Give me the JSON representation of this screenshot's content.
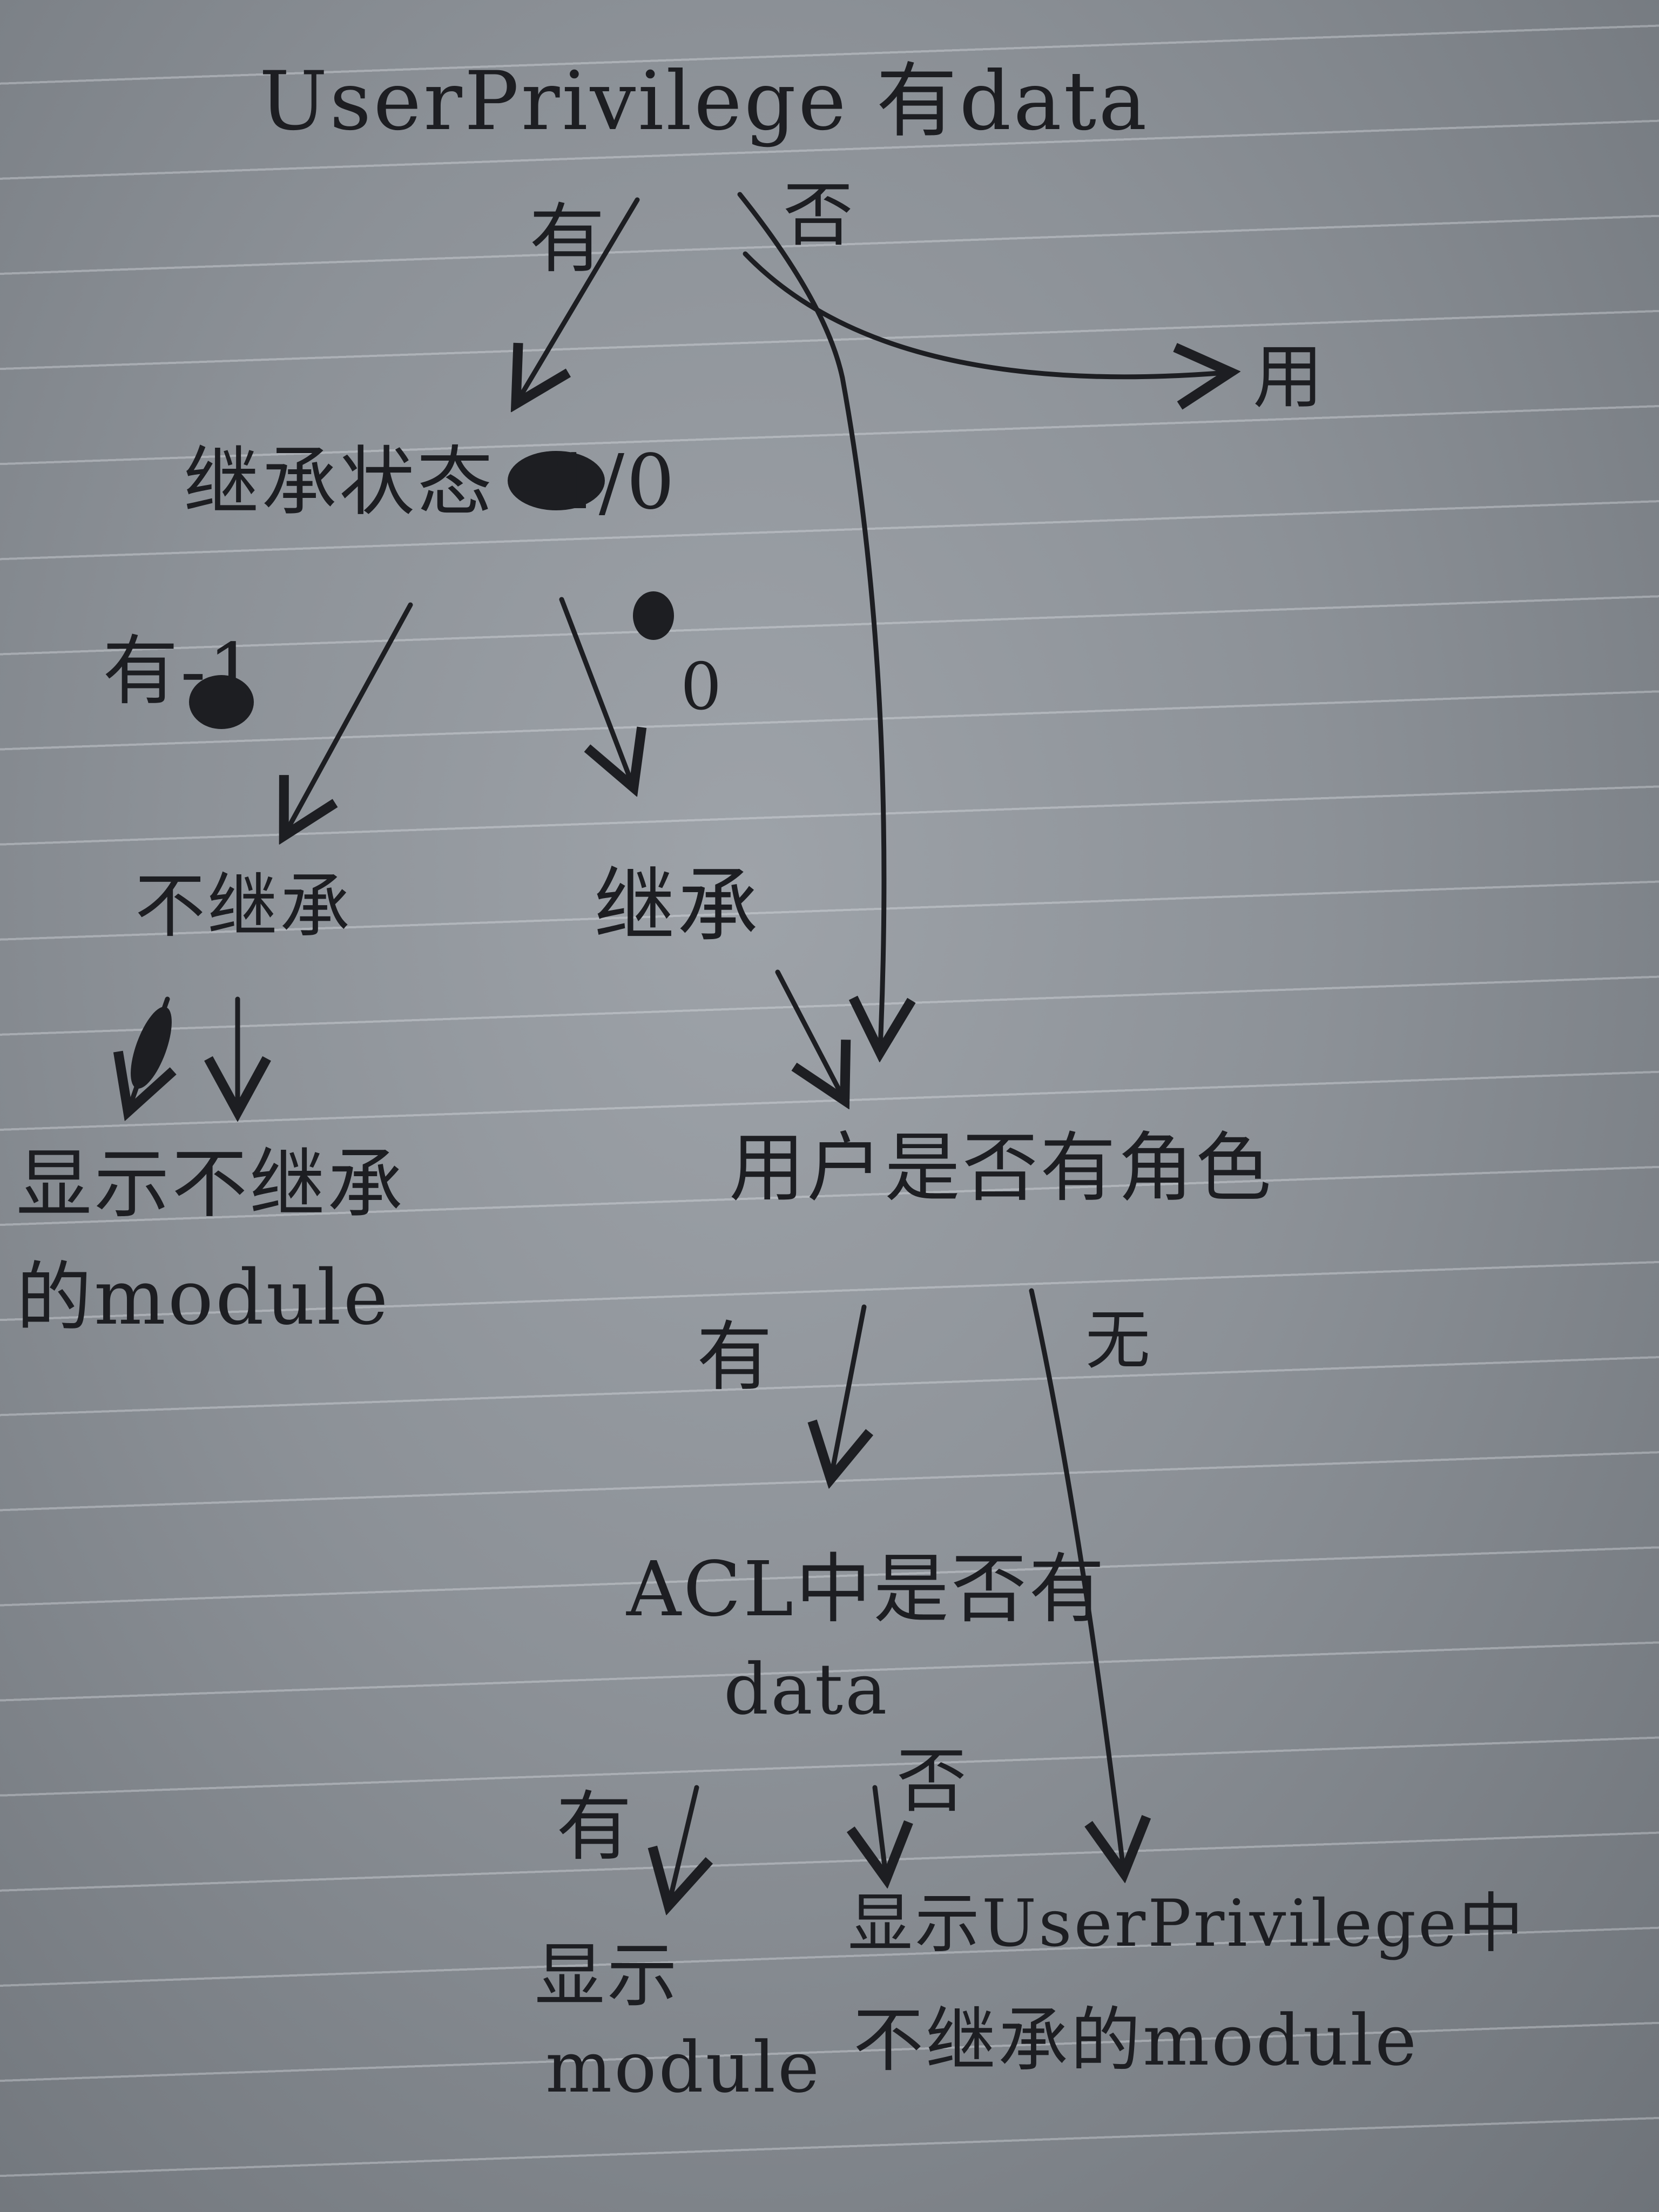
{
  "nodes": {
    "root": "UserPrivilege 有data",
    "inherit_state": "继承状态 -1/0",
    "not_inherit": "不继承",
    "inherit": "继承",
    "show_not_inherited_line1": "显示不继承",
    "show_not_inherited_line2": "的module",
    "user_has_role": "用户是否有角色",
    "acl_has_data_line1": "ACL中是否有",
    "acl_has_data_line2": "data",
    "show_module_line1": "显示",
    "show_module_line2": "module",
    "show_userprivilege_line1": "显示UserPrivilege中",
    "show_userprivilege_line2": "不继承的module"
  },
  "edges": {
    "root_yes": "有",
    "root_no": "否",
    "root_no_target": "用",
    "state_has": "有-1",
    "state_zero": "0",
    "role_yes": "有",
    "role_no": "无",
    "acl_yes": "有",
    "acl_no": "否"
  },
  "colors": {
    "ink": "#1d1e22",
    "paper": "#8c9197"
  }
}
